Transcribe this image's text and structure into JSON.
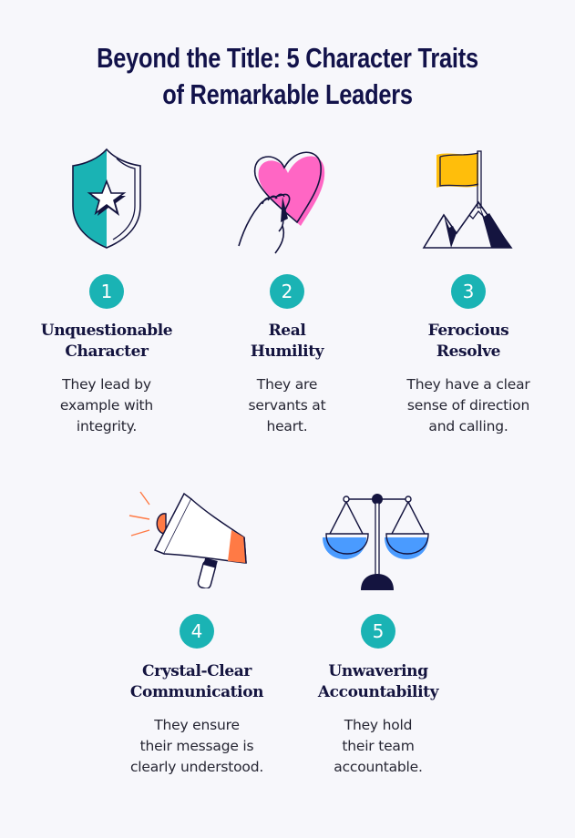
{
  "title": {
    "line1": "Beyond the Title: 5 Character Traits",
    "line2": "of Remarkable Leaders"
  },
  "colors": {
    "background": "#f7f7fb",
    "navy": "#14143f",
    "teal": "#1ab3b4",
    "pink": "#ff66c4",
    "yellow": "#ffbe0b",
    "orange": "#ff7a45",
    "blue": "#4a9bff"
  },
  "traits": [
    {
      "number": "1",
      "icon": "shield-star-icon",
      "title_line1": "Unquestionable",
      "title_line2": "Character",
      "desc_line1": "They lead by",
      "desc_line2": "example with",
      "desc_line3": "integrity."
    },
    {
      "number": "2",
      "icon": "hand-heart-icon",
      "title_line1": "Real",
      "title_line2": "Humility",
      "desc_line1": "They are",
      "desc_line2": "servants at",
      "desc_line3": "heart."
    },
    {
      "number": "3",
      "icon": "mountain-flag-icon",
      "title_line1": "Ferocious",
      "title_line2": "Resolve",
      "desc_line1": "They have a clear",
      "desc_line2": "sense of direction",
      "desc_line3": "and calling."
    },
    {
      "number": "4",
      "icon": "megaphone-icon",
      "title_line1": "Crystal-Clear",
      "title_line2": "Communication",
      "desc_line1": "They ensure",
      "desc_line2": "their message is",
      "desc_line3": "clearly understood."
    },
    {
      "number": "5",
      "icon": "scales-icon",
      "title_line1": "Unwavering",
      "title_line2": "Accountability",
      "desc_line1": "They hold",
      "desc_line2": "their team",
      "desc_line3": "accountable."
    }
  ]
}
